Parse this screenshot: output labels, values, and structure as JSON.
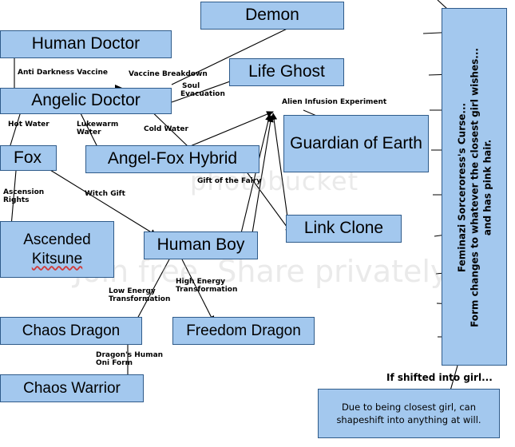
{
  "nodes": {
    "demon": "Demon",
    "human_doctor": "Human Doctor",
    "life_ghost": "Life Ghost",
    "angelic_doctor": "Angelic Doctor",
    "guardian": "Guardian of Earth",
    "fox": "Fox",
    "hybrid": "Angel-Fox Hybrid",
    "link_clone": "Link Clone",
    "ascended_line1": "Ascended",
    "ascended_line2": "Kitsune",
    "human_boy": "Human Boy",
    "chaos_dragon": "Chaos Dragon",
    "freedom_dragon": "Freedom Dragon",
    "chaos_warrior": "Chaos Warrior"
  },
  "labels": {
    "anti_darkness": "Anti Darkness Vaccine",
    "vaccine_breakdown": "Vaccine Breakdown",
    "soul_evac_1": "Soul",
    "soul_evac_2": "Evacuation",
    "alien_infusion": "Alien Infusion Experiment",
    "hot_water": "Hot Water",
    "lukewarm_1": "Lukewarm",
    "lukewarm_2": "Water",
    "cold_water": "Cold Water",
    "gift_fairy": "Gift of the Fairy",
    "ascension_1": "Ascension",
    "ascension_2": "Rights",
    "witch_gift": "Witch Gift",
    "low_energy_1": "Low Energy",
    "low_energy_2": "Transformation",
    "high_energy_1": "High Energy",
    "high_energy_2": "Transformation",
    "dragons_human_1": "Dragon's Human",
    "dragons_human_2": "Oni Form"
  },
  "curse": {
    "line1": "Feminazi Sorceroress's Curse...",
    "line2": "Form changes to whatever the closest girl wishes...",
    "line3": "and has pink hair."
  },
  "shifted": "If shifted into girl...",
  "closest_girl": {
    "line1": "Due to being closest girl, can",
    "line2": "shapeshift into anything at will."
  },
  "watermark": {
    "brand": "photobucket",
    "tagline": "Join free. Share privately."
  },
  "colors": {
    "box_fill": "#a3c8ee",
    "box_border": "#2f5b8a",
    "arrow": "#000000",
    "spellcheck": "#d23a3a"
  }
}
